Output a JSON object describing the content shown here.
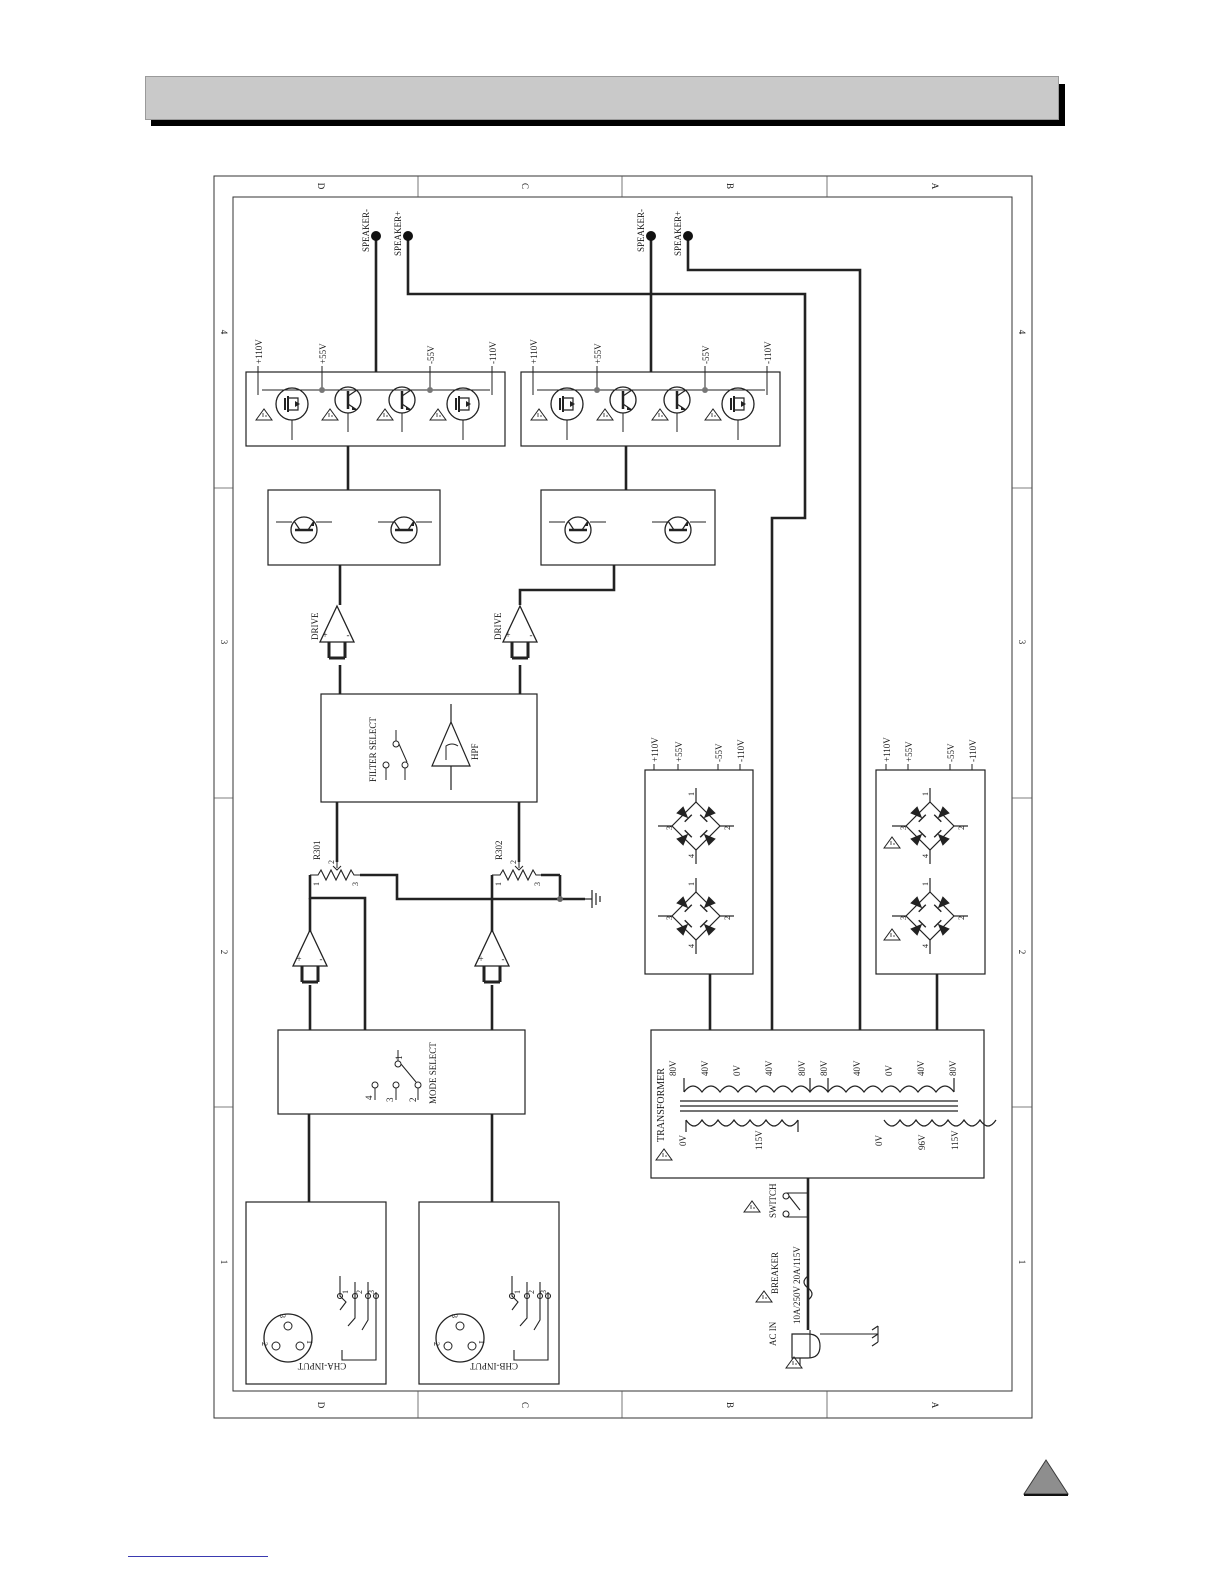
{
  "frame": {
    "cols": [
      "D",
      "C",
      "B",
      "A"
    ],
    "rows": [
      "1",
      "2",
      "3",
      "4"
    ]
  },
  "speakers": {
    "ch1_neg": "SPEAKER-",
    "ch1_pos": "SPEAKER+",
    "ch2_neg": "SPEAKER-",
    "ch2_pos": "SPEAKER+"
  },
  "rails": {
    "p110": "+110V",
    "p55": "+55V",
    "n55": "-55V",
    "n110": "-110V"
  },
  "drive_label": "DRIVE",
  "filter": {
    "label": "FILTER SELECT",
    "hpf": "HPF"
  },
  "pots": {
    "r301": "R301",
    "r302": "R302",
    "pin1": "1",
    "pin2": "2",
    "pin3": "3"
  },
  "bridge_pins": {
    "p1": "1",
    "p2": "2",
    "p3": "3",
    "p4": "4"
  },
  "mode": {
    "label": "MODE SELECT",
    "pin1": "1",
    "pin2": "2",
    "pin3": "3",
    "pin4": "4"
  },
  "inputs": {
    "cha": "CHA-INPUT",
    "chb": "CHB-INPUT",
    "xlr1": "1",
    "xlr2": "2",
    "xlr3": "3",
    "jack1": "1",
    "jack2": "2",
    "jack3": "3"
  },
  "transformer": {
    "label": "TRANSFORMER",
    "secondary": [
      "80V",
      "40V",
      "0V",
      "40V",
      "80V",
      "80V",
      "40V",
      "0V",
      "40V",
      "80V"
    ],
    "primary": [
      "0V",
      "115V",
      "0V",
      "96V",
      "115V"
    ]
  },
  "power": {
    "switch": "SWITCH",
    "breaker": "BREAKER",
    "rating": "10A/250V 20A/115V",
    "ac_in": "AC IN"
  },
  "op_signs": {
    "plus": "+",
    "minus": "-"
  }
}
